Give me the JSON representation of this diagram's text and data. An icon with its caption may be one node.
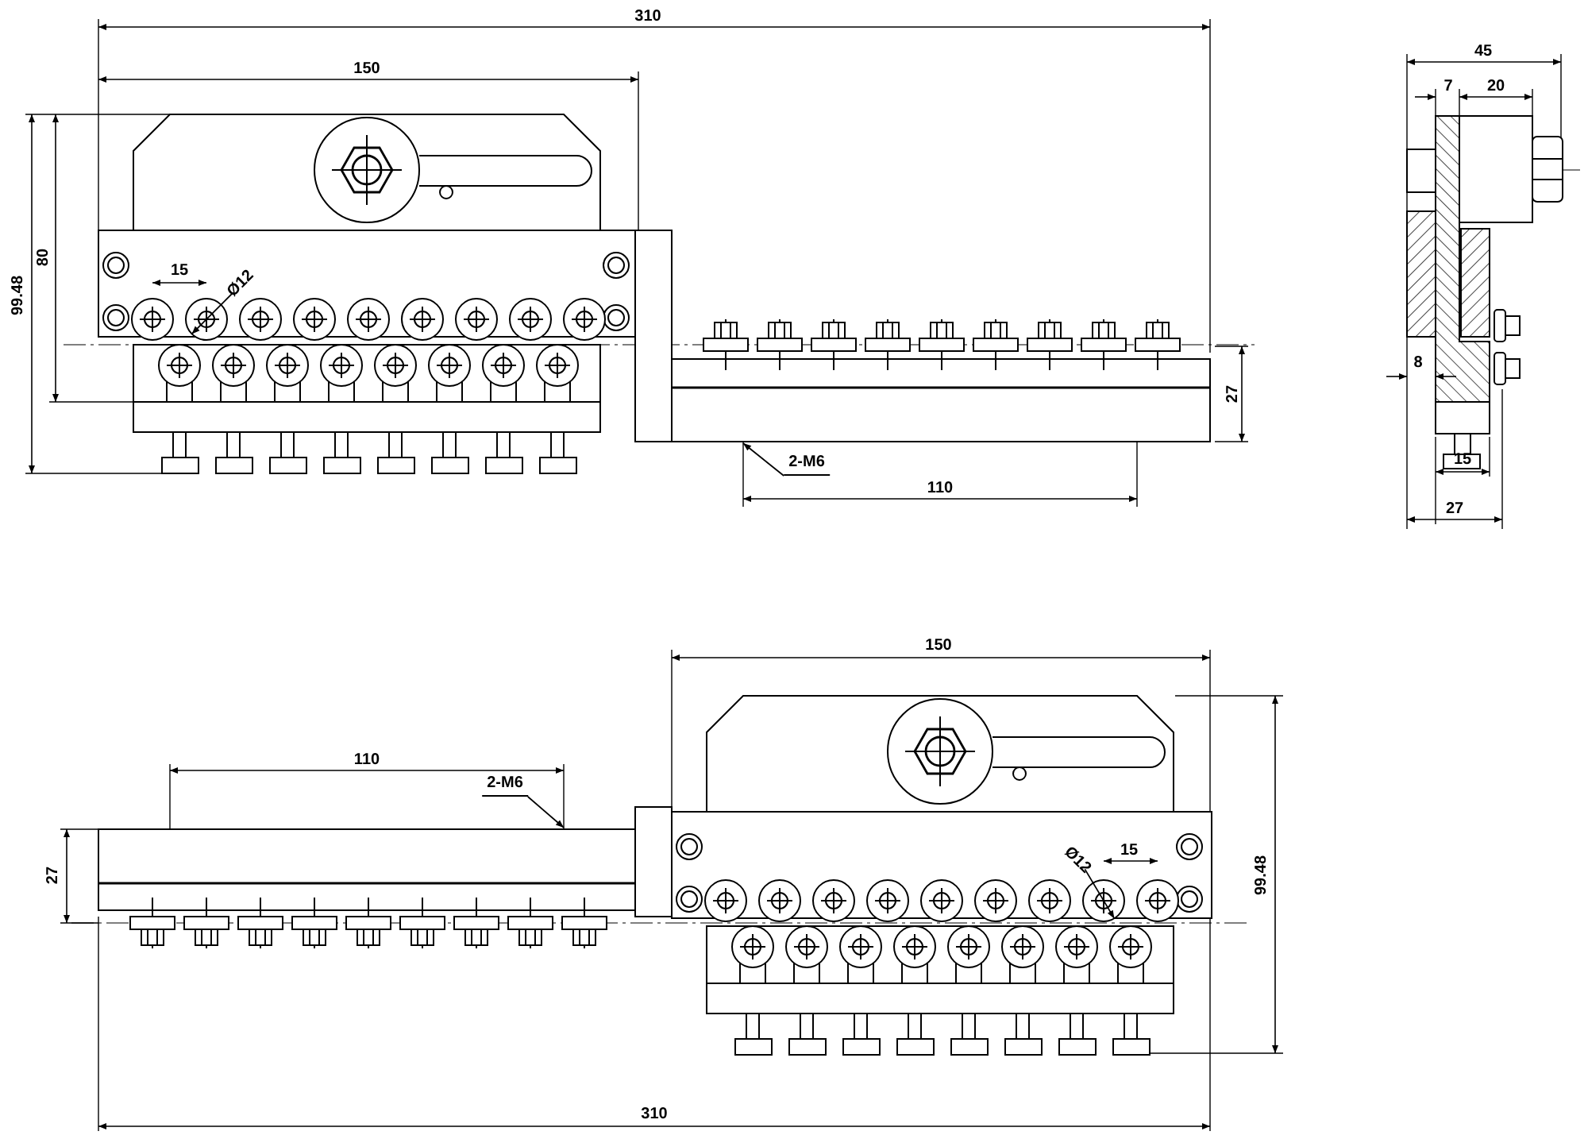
{
  "diagram": {
    "nodes": [
      {
        "text": [
          "Ø12"
        ]
      },
      {
        "text": [],
        "shape": "circle"
      },
      {
        "text": [],
        "shape": "line"
      },
      {
        "text": [
          "2-M6"
        ]
      },
      {
        "text": [],
        "shape": "line"
      },
      {
        "text": [
          "2-M6"
        ]
      },
      {
        "text": [
          "Ø12"
        ]
      },
      {
        "text": [],
        "shape": "circle"
      }
    ],
    "edges": [
      {
        "from": 0,
        "to": 1,
        "arrow": "to"
      },
      {
        "from": 3,
        "to": 2,
        "arrow": "to"
      },
      {
        "from": 5,
        "to": 4,
        "arrow": "to"
      },
      {
        "from": 6,
        "to": 7,
        "arrow": "to"
      }
    ],
    "labels": [
      "310",
      "150",
      "45",
      "7",
      "20",
      "80",
      "99.48",
      "15",
      "8",
      "27",
      "15",
      "110",
      "27",
      "150",
      "110",
      "27",
      "15",
      "99.48",
      "310"
    ]
  }
}
